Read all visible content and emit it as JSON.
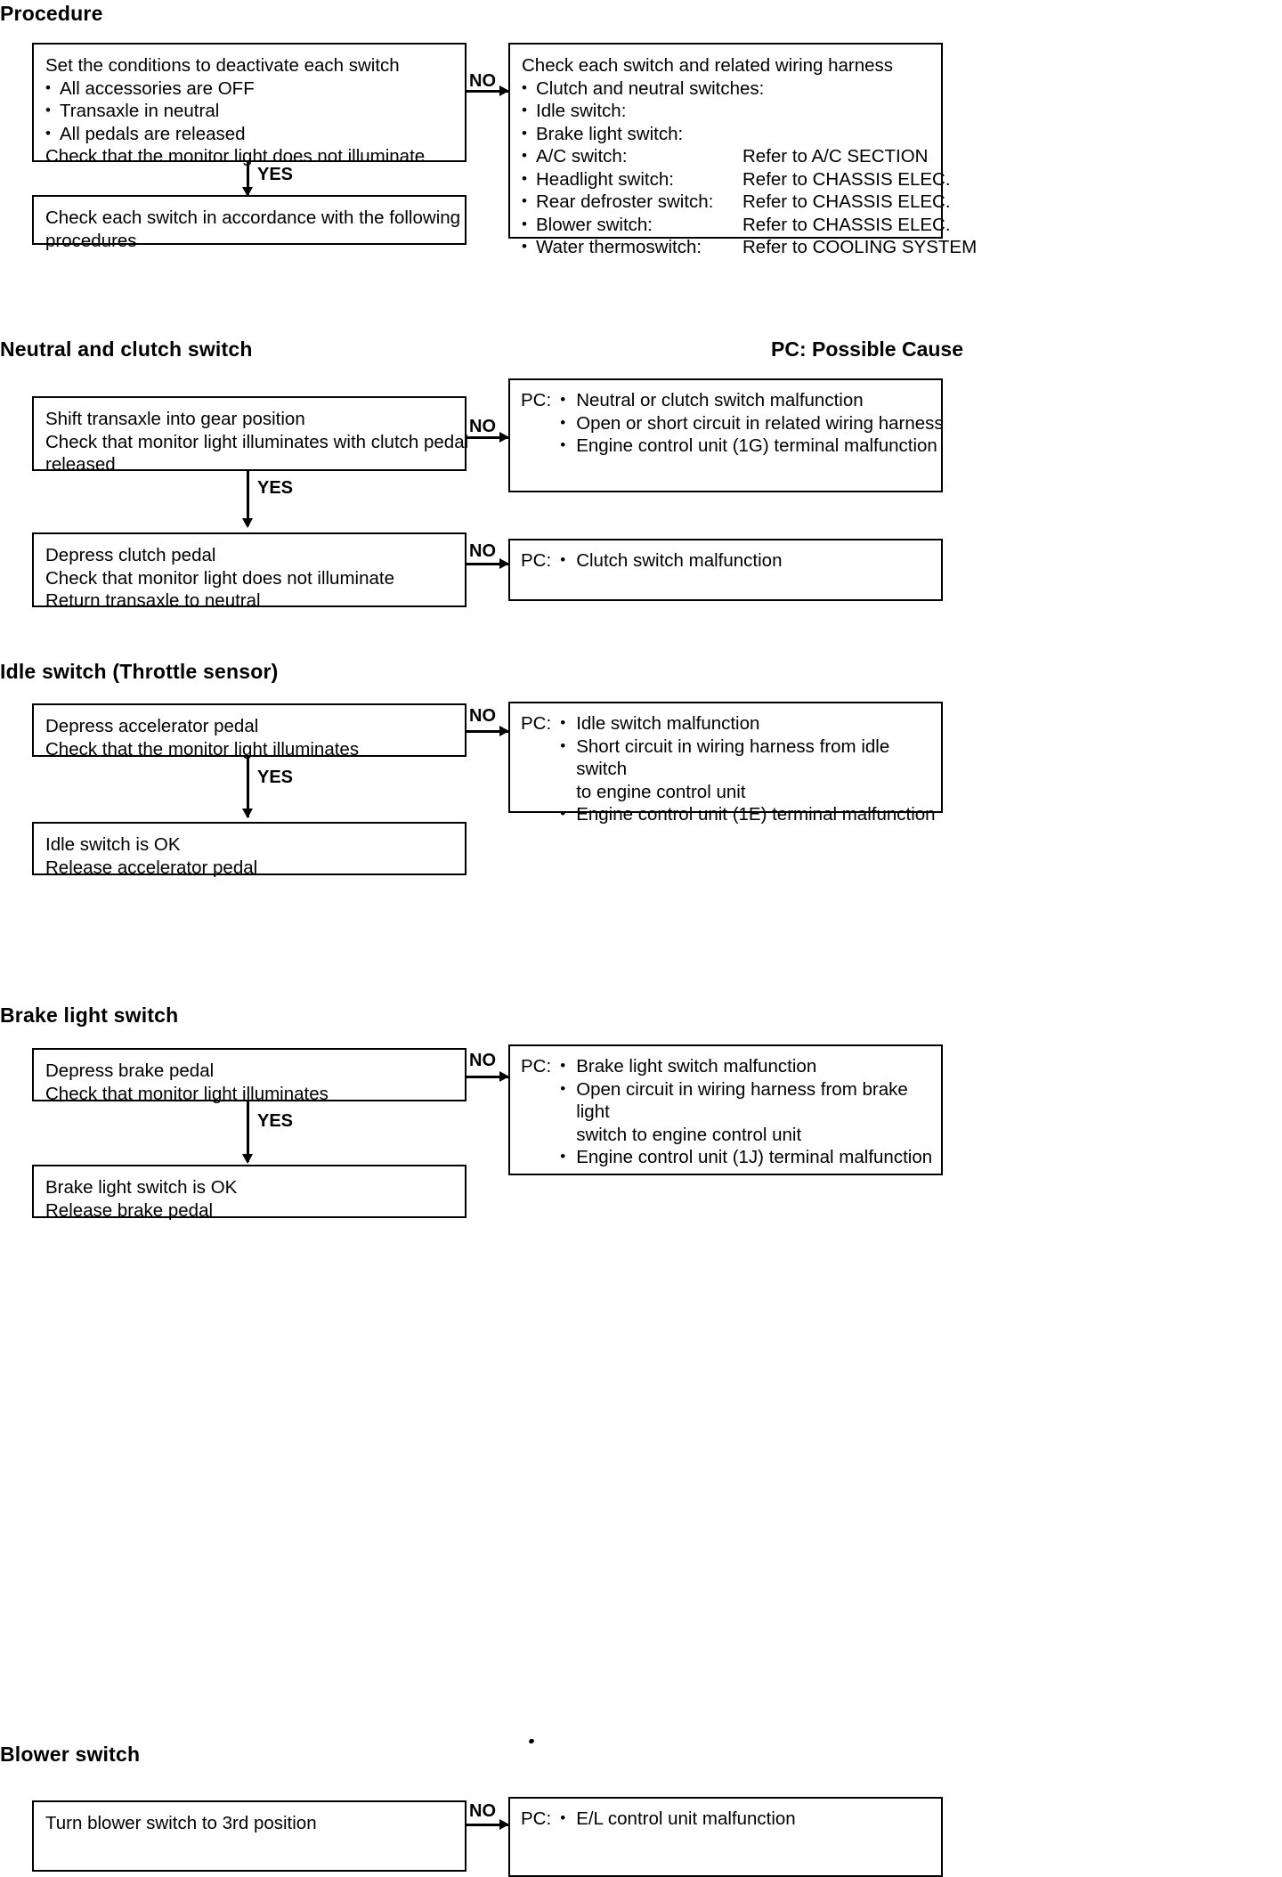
{
  "page": {
    "legend": "PC: Possible Cause"
  },
  "sections": [
    {
      "id": "procedure",
      "heading": "Procedure",
      "left_top": {
        "lines": [
          "Set the conditions to deactivate each switch"
        ],
        "bullets": [
          "All accessories are OFF",
          "Transaxle in neutral",
          "All pedals are released"
        ],
        "tail": [
          "Check that the monitor light does not illuminate"
        ]
      },
      "branch_yes": "YES",
      "branch_no": "NO",
      "left_bottom": {
        "lines": [
          "Check each switch in accordance with the following",
          "procedures"
        ]
      },
      "right": {
        "title": "Check each switch and related wiring harness",
        "rows": [
          {
            "label": "Clutch and neutral switches:",
            "refer": ""
          },
          {
            "label": "Idle switch:",
            "refer": ""
          },
          {
            "label": "Brake light switch:",
            "refer": ""
          },
          {
            "label": "A/C switch:",
            "refer": "Refer to A/C SECTION"
          },
          {
            "label": "Headlight switch:",
            "refer": "Refer to CHASSIS ELEC."
          },
          {
            "label": "Rear defroster switch:",
            "refer": "Refer to CHASSIS ELEC."
          },
          {
            "label": "Blower switch:",
            "refer": "Refer to CHASSIS ELEC."
          },
          {
            "label": "Water thermoswitch:",
            "refer": "Refer to COOLING SYSTEM"
          }
        ]
      }
    },
    {
      "id": "neutral-clutch",
      "heading": "Neutral and clutch switch",
      "branch_yes": "YES",
      "branch_no": "NO",
      "step1": {
        "lines": [
          "Shift transaxle into gear position",
          "Check that monitor light illuminates with clutch pedal",
          "released"
        ]
      },
      "step1_pc": {
        "label": "PC:",
        "items": [
          "Neutral or clutch switch malfunction",
          "Open or short circuit in related wiring harness",
          "Engine control unit (1G) terminal malfunction"
        ]
      },
      "step2": {
        "lines": [
          "Depress clutch pedal",
          "Check that monitor light does not illuminate",
          "Return transaxle to neutral"
        ]
      },
      "step2_pc": {
        "label": "PC:",
        "items": [
          "Clutch switch malfunction"
        ]
      }
    },
    {
      "id": "idle-switch",
      "heading": "Idle switch (Throttle sensor)",
      "branch_yes": "YES",
      "branch_no": "NO",
      "step1": {
        "lines": [
          "Depress accelerator pedal",
          "Check that the monitor light illuminates"
        ]
      },
      "step1_pc": {
        "label": "PC:",
        "items": [
          "Idle switch malfunction",
          "Short circuit in wiring harness from idle switch|to engine control unit",
          "Engine control unit (1E) terminal malfunction"
        ]
      },
      "step2": {
        "lines": [
          "Idle switch is OK",
          "Release accelerator pedal"
        ]
      }
    },
    {
      "id": "brake-light-switch",
      "heading": "Brake light switch",
      "branch_yes": "YES",
      "branch_no": "NO",
      "step1": {
        "lines": [
          "Depress brake pedal",
          "Check that monitor light illuminates"
        ]
      },
      "step1_pc": {
        "label": "PC:",
        "items": [
          "Brake light switch malfunction",
          "Open circuit in wiring harness from brake light|switch to engine control unit",
          "Engine control unit (1J) terminal malfunction"
        ]
      },
      "step2": {
        "lines": [
          "Brake light switch is OK",
          "Release brake pedal"
        ]
      }
    },
    {
      "id": "blower-switch",
      "heading": "Blower switch",
      "branch_no": "NO",
      "step1": {
        "lines": [
          "Turn blower switch to 3rd position"
        ]
      },
      "step1_pc": {
        "label": "PC:",
        "items": [
          "E/L control unit malfunction"
        ]
      }
    }
  ]
}
